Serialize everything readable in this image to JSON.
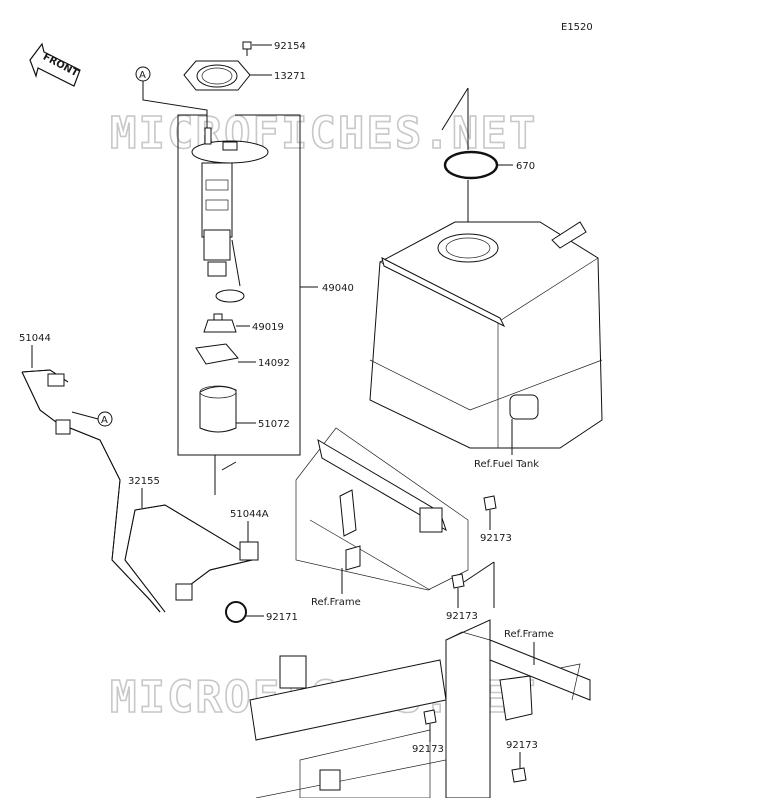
{
  "diagram_code": "E1520",
  "front_label": "FRONT",
  "callout_a": "A",
  "watermark": "MICROFICHES.NET",
  "parts": [
    {
      "id": "p92154",
      "number": "92154"
    },
    {
      "id": "p13271",
      "number": "13271"
    },
    {
      "id": "p670",
      "number": "670"
    },
    {
      "id": "p49040",
      "number": "49040"
    },
    {
      "id": "p49019",
      "number": "49019"
    },
    {
      "id": "p14092",
      "number": "14092"
    },
    {
      "id": "p51072",
      "number": "51072"
    },
    {
      "id": "p51044",
      "number": "51044"
    },
    {
      "id": "p32155",
      "number": "32155"
    },
    {
      "id": "p51044a",
      "number": "51044A"
    },
    {
      "id": "p92171",
      "number": "92171"
    },
    {
      "id": "p92173a",
      "number": "92173"
    },
    {
      "id": "p92173b",
      "number": "92173"
    },
    {
      "id": "p92173c",
      "number": "92173"
    },
    {
      "id": "p92173d",
      "number": "92173"
    }
  ],
  "references": {
    "fuel_tank": "Ref.Fuel Tank",
    "frame_1": "Ref.Frame",
    "frame_2": "Ref.Frame"
  }
}
